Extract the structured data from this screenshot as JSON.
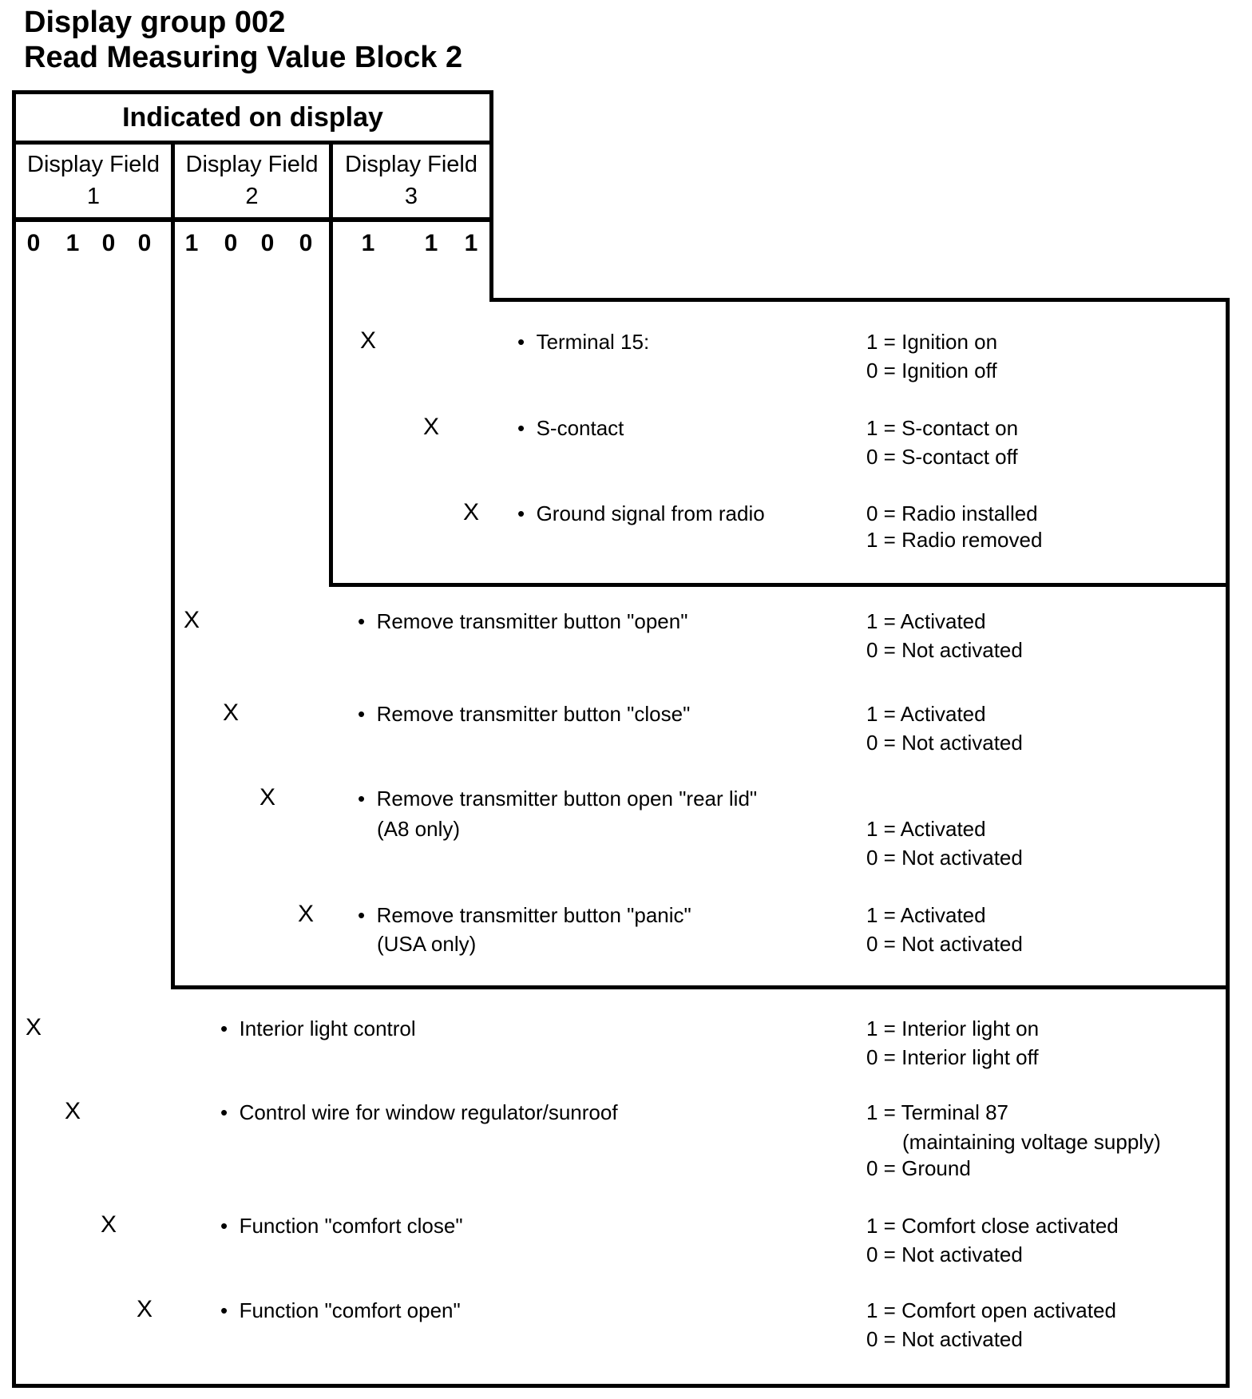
{
  "title": {
    "line1": "Display group 002",
    "line2": "Read Measuring Value Block 2"
  },
  "table": {
    "header": "Indicated on display",
    "fields": [
      {
        "label": "Display Field",
        "number": "1",
        "digits": [
          "0",
          "1",
          "0",
          "0"
        ]
      },
      {
        "label": "Display Field",
        "number": "2",
        "digits": [
          "1",
          "0",
          "0",
          "0"
        ]
      },
      {
        "label": "Display Field",
        "number": "3",
        "digits": [
          "1",
          "1",
          "1"
        ]
      }
    ]
  },
  "bullet": "•",
  "rows": [
    {
      "marker": "X",
      "desc": "Terminal 15:",
      "v1": "1 = Ignition on",
      "v2": "0 = Ignition off"
    },
    {
      "marker": "X",
      "desc": "S-contact",
      "v1": "1 = S-contact on",
      "v2": "0 = S-contact off"
    },
    {
      "marker": "X",
      "desc": "Ground signal from radio",
      "v1": "0 = Radio installed",
      "v2": "1 = Radio removed"
    },
    {
      "marker": "X",
      "desc": "Remove transmitter button \"open\"",
      "v1": "1 = Activated",
      "v2": "0 = Not activated"
    },
    {
      "marker": "X",
      "desc": "Remove transmitter button \"close\"",
      "v1": "1 = Activated",
      "v2": "0 = Not activated"
    },
    {
      "marker": "X",
      "desc": "Remove transmitter button open \"rear lid\"",
      "desc2": "(A8 only)",
      "v1": "1 = Activated",
      "v2": "0 = Not activated"
    },
    {
      "marker": "X",
      "desc": "Remove transmitter button \"panic\"",
      "desc2": "(USA only)",
      "v1": "1 = Activated",
      "v2": "0 = Not activated"
    },
    {
      "marker": "X",
      "desc": "Interior light control",
      "v1": "1 = Interior light on",
      "v2": "0 = Interior light off"
    },
    {
      "marker": "X",
      "desc": "Control wire for window regulator/sunroof",
      "v1": "1 = Terminal 87",
      "v2": "(maintaining voltage supply)",
      "v3": "0 = Ground"
    },
    {
      "marker": "X",
      "desc": "Function \"comfort close\"",
      "v1": "1 = Comfort close activated",
      "v2": "0 = Not activated"
    },
    {
      "marker": "X",
      "desc": "Function \"comfort open\"",
      "v1": "1 = Comfort open activated",
      "v2": "0 = Not activated"
    }
  ],
  "colors": {
    "ink": "#000000",
    "paper": "#ffffff"
  }
}
